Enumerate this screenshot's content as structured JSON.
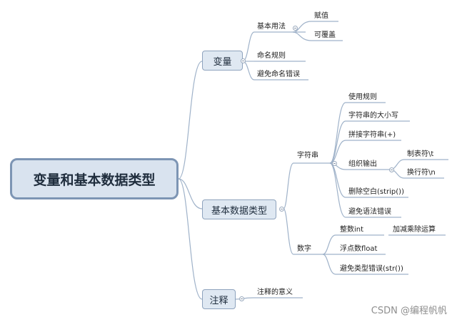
{
  "root": "变量和基本数据类型",
  "branches": {
    "variables": {
      "label": "变量",
      "basic_usage": {
        "label": "基本用法",
        "children": [
          "赋值",
          "可覆盖"
        ]
      },
      "naming_rules": "命名规则",
      "avoid_naming_errors": "避免命名错误"
    },
    "basic_types": {
      "label": "基本数据类型",
      "strings": {
        "label": "字符串",
        "items": {
          "use_methods": "使用规则",
          "case": "字符串的大小写",
          "concat": "拼接字符串(+)",
          "format_output": {
            "label": "组织输出",
            "children": [
              "制表符\\t",
              "换行符\\n"
            ]
          },
          "strip": "删除空白(strip())",
          "avoid_syntax": "避免语法错误"
        }
      },
      "numbers": {
        "label": "数字",
        "items": {
          "int": "整数int",
          "int_ops": "加减乘除运算",
          "float": "浮点数float",
          "avoid_type": "避免类型错误(str())"
        }
      }
    },
    "comments": {
      "label": "注释",
      "meaning": "注释的意义"
    }
  },
  "watermark": "CSDN @编程帆帆",
  "colors": {
    "line": "#9fb2c9",
    "node_fill": "#dfe8f2",
    "node_border": "#8ea3bd",
    "root_fill": "#d9e3ef",
    "root_border": "#7d95b4"
  }
}
